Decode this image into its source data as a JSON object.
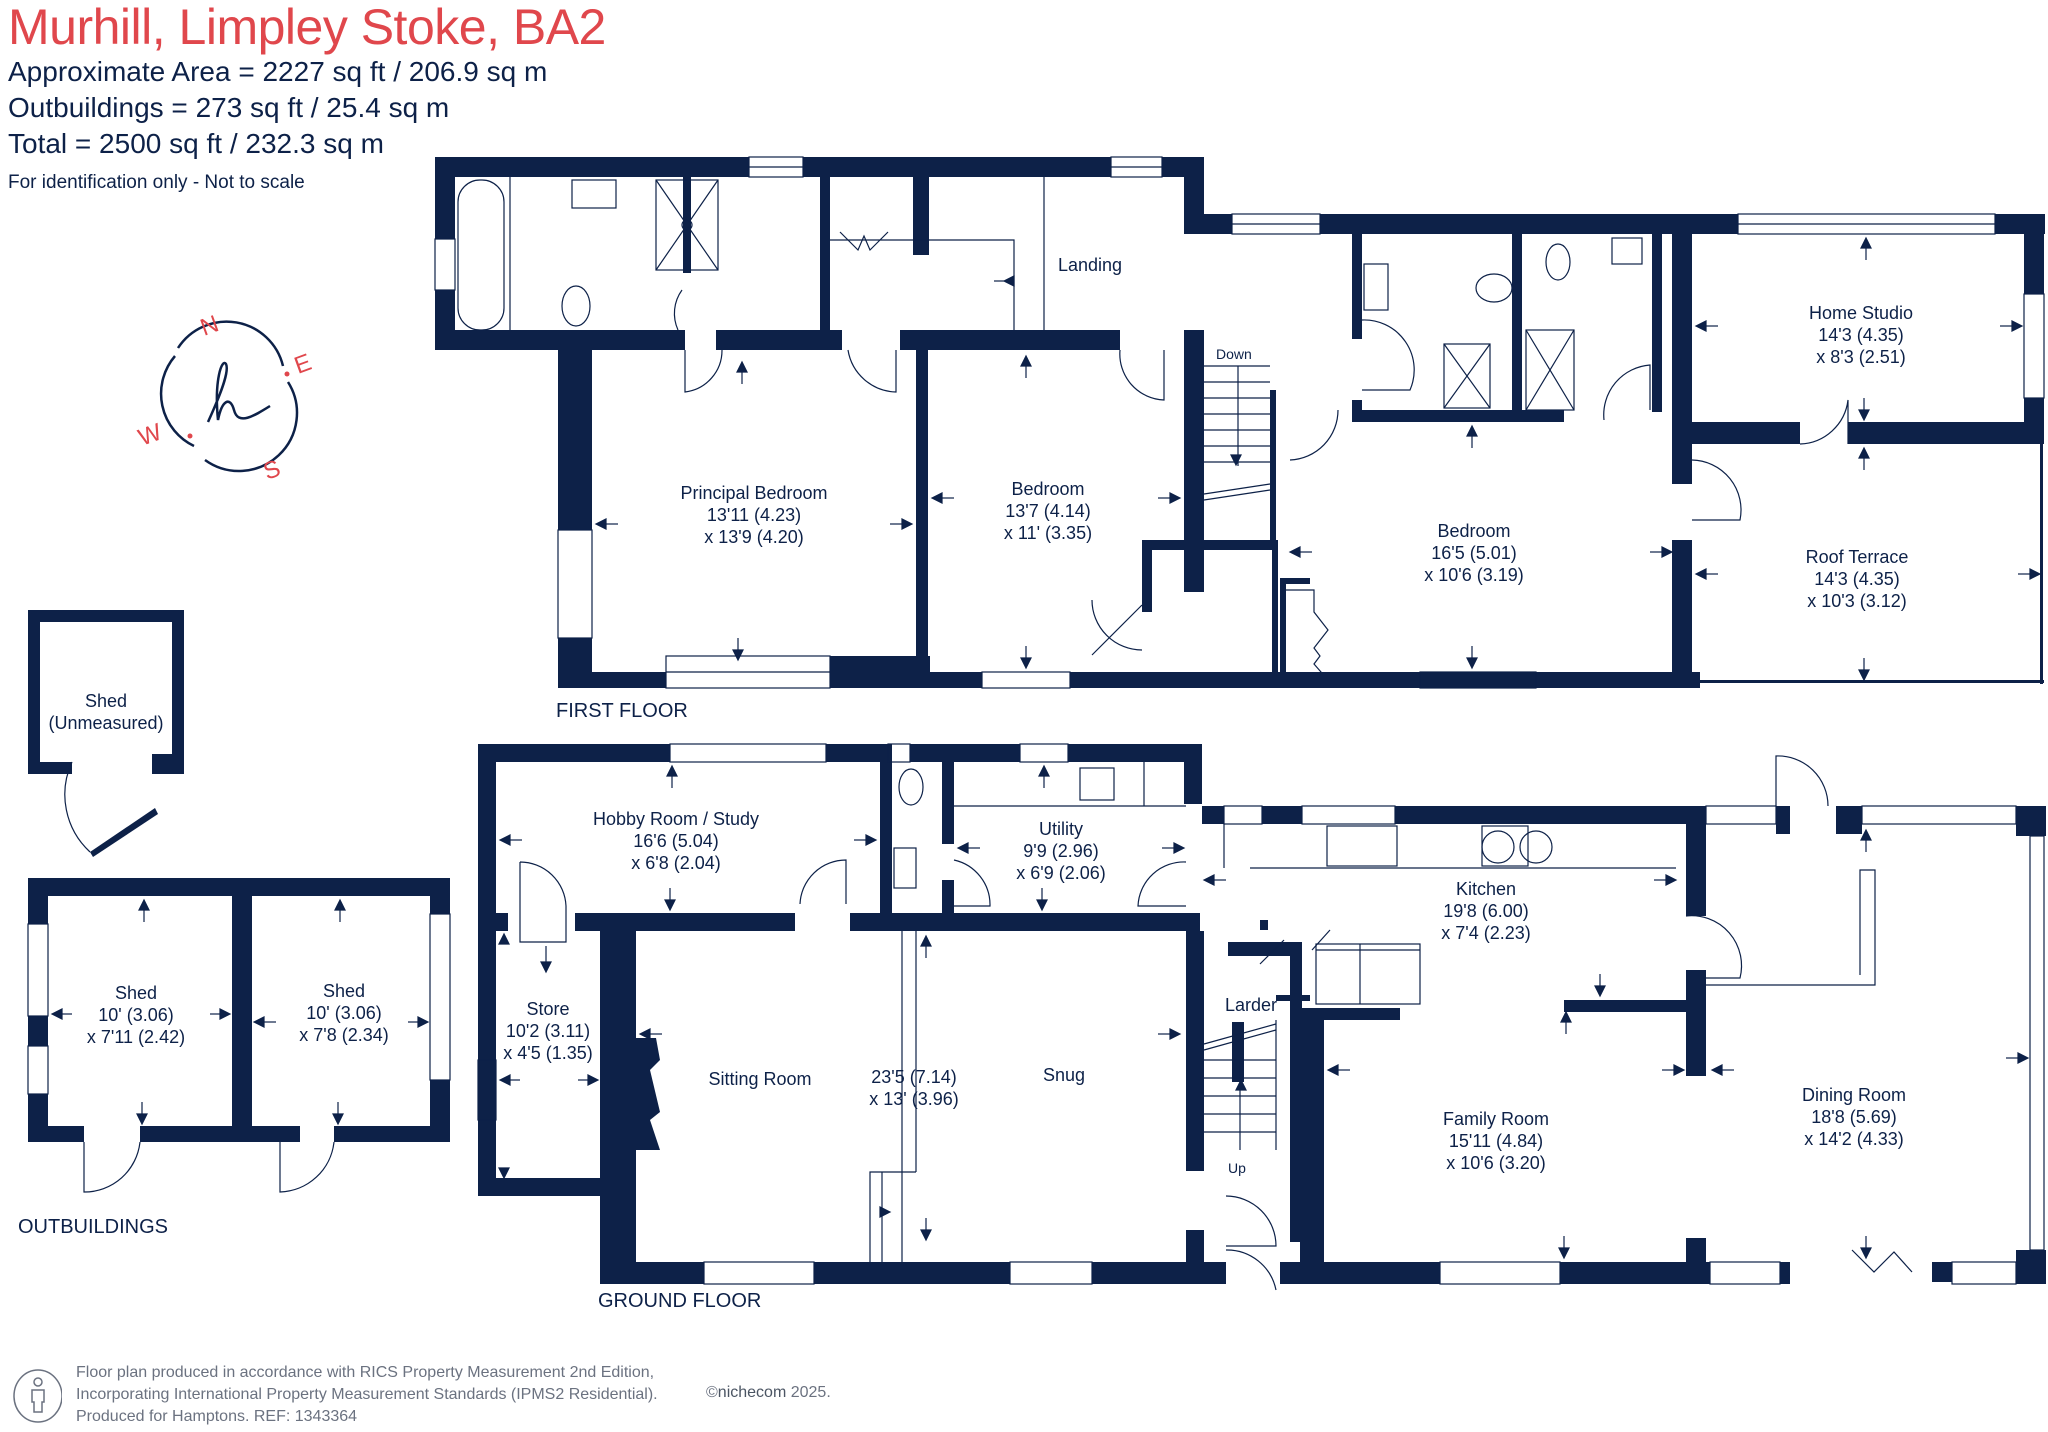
{
  "header": {
    "title": "Murhill, Limpley Stoke, BA2",
    "approximate_area": "Approximate Area = 2227 sq ft / 206.9 sq m",
    "outbuildings_area": "Outbuildings = 273 sq ft / 25.4 sq m",
    "total_area": "Total = 2500 sq ft / 232.3 sq m",
    "disclaimer": "For identification only - Not to scale"
  },
  "compass": {
    "n": "N",
    "e": "E",
    "s": "S",
    "w": "W",
    "logo": "h",
    "icon": "compass-icon"
  },
  "colors": {
    "wall": "#0d2148",
    "title": "#e0474c",
    "compass_letters": "#e0474c",
    "footer_text": "#6b7280"
  },
  "first_floor": {
    "label": "FIRST FLOOR",
    "stair_label": "Down",
    "rooms": [
      {
        "name": "Landing",
        "dim1": "",
        "dim2": ""
      },
      {
        "name": "Principal Bedroom",
        "dim1": "13'11 (4.23)",
        "dim2": "x 13'9 (4.20)"
      },
      {
        "name": "Bedroom",
        "dim1": "13'7 (4.14)",
        "dim2": "x 11' (3.35)"
      },
      {
        "name": "Bedroom",
        "dim1": "16'5 (5.01)",
        "dim2": "x 10'6 (3.19)"
      },
      {
        "name": "Home Studio",
        "dim1": "14'3 (4.35)",
        "dim2": "x 8'3 (2.51)"
      },
      {
        "name": "Roof Terrace",
        "dim1": "14'3 (4.35)",
        "dim2": "x 10'3 (3.12)"
      }
    ]
  },
  "ground_floor": {
    "label": "GROUND FLOOR",
    "stair_label": "Up",
    "rooms": [
      {
        "name": "Hobby Room / Study",
        "dim1": "16'6 (5.04)",
        "dim2": "x 6'8 (2.04)"
      },
      {
        "name": "Utility",
        "dim1": "9'9 (2.96)",
        "dim2": "x 6'9 (2.06)"
      },
      {
        "name": "Store",
        "dim1": "10'2 (3.11)",
        "dim2": "x 4'5 (1.35)"
      },
      {
        "name": "Sitting Room",
        "dim1": "",
        "dim2": ""
      },
      {
        "name": "",
        "dim1": "23'5 (7.14)",
        "dim2": "x 13' (3.96)"
      },
      {
        "name": "Snug",
        "dim1": "",
        "dim2": ""
      },
      {
        "name": "Larder",
        "dim1": "",
        "dim2": ""
      },
      {
        "name": "Kitchen",
        "dim1": "19'8 (6.00)",
        "dim2": "x 7'4 (2.23)"
      },
      {
        "name": "Family Room",
        "dim1": "15'11 (4.84)",
        "dim2": "x 10'6 (3.20)"
      },
      {
        "name": "Dining Room",
        "dim1": "18'8 (5.69)",
        "dim2": "x 14'2 (4.33)"
      }
    ]
  },
  "outbuildings": {
    "label": "OUTBUILDINGS",
    "rooms": [
      {
        "name": "Shed",
        "dim1": "(Unmeasured)",
        "dim2": ""
      },
      {
        "name": "Shed",
        "dim1": "10' (3.06)",
        "dim2": "x 7'11 (2.42)"
      },
      {
        "name": "Shed",
        "dim1": "10' (3.06)",
        "dim2": "x 7'8 (2.34)"
      }
    ]
  },
  "footer": {
    "line1": "Floor plan produced in accordance with RICS Property Measurement 2nd Edition,",
    "line2": "Incorporating International Property Measurement Standards (IPMS2 Residential).",
    "line3": "Produced for Hamptons.   REF:  1343364",
    "copyright_symbol": "©",
    "brand": "nichecom",
    "year": "2025.",
    "icon": "person-info-icon"
  }
}
